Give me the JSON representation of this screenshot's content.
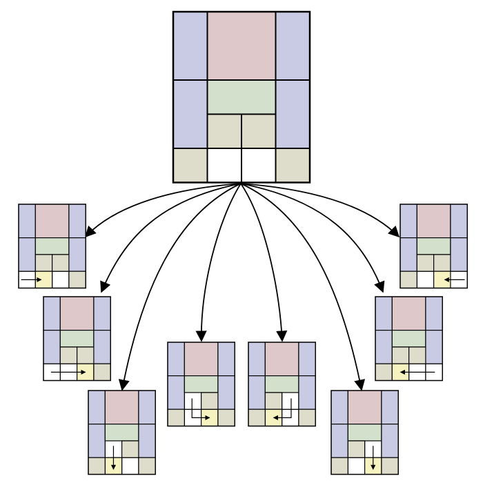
{
  "colors": {
    "purple": "#c8cbe3",
    "red": "#dec8ca",
    "green": "#d3e1cc",
    "tan": "#dedcca",
    "white": "#ffffff",
    "highlight": "#f7f3c1",
    "stroke": "#000000"
  },
  "base_board": {
    "pieces": [
      {
        "id": "left-tall-top",
        "color": "purple",
        "col": 0,
        "row": 0,
        "w": 1,
        "h": 2
      },
      {
        "id": "big-square",
        "color": "red",
        "col": 1,
        "row": 0,
        "w": 2,
        "h": 2
      },
      {
        "id": "right-tall-top",
        "color": "purple",
        "col": 3,
        "row": 0,
        "w": 1,
        "h": 2
      },
      {
        "id": "left-tall-bottom",
        "color": "purple",
        "col": 0,
        "row": 2,
        "w": 1,
        "h": 2
      },
      {
        "id": "horizontal",
        "color": "green",
        "col": 1,
        "row": 2,
        "w": 2,
        "h": 1
      },
      {
        "id": "right-tall-bottom",
        "color": "purple",
        "col": 3,
        "row": 2,
        "w": 1,
        "h": 2
      },
      {
        "id": "small-a",
        "color": "tan",
        "col": 1,
        "row": 3,
        "w": 1,
        "h": 1
      },
      {
        "id": "small-b",
        "color": "tan",
        "col": 2,
        "row": 3,
        "w": 1,
        "h": 1
      },
      {
        "id": "small-c",
        "color": "tan",
        "col": 0,
        "row": 4,
        "w": 1,
        "h": 1
      },
      {
        "id": "small-d",
        "color": "tan",
        "col": 3,
        "row": 4,
        "w": 1,
        "h": 1
      }
    ],
    "empty_cells": [
      [
        1,
        4
      ],
      [
        2,
        4
      ]
    ]
  },
  "moves": [
    {
      "id": "move-1",
      "moved": "small-c",
      "to": [
        1,
        4
      ],
      "arrow": "right-1"
    },
    {
      "id": "move-2",
      "moved": "small-c",
      "to": [
        2,
        4
      ],
      "arrow": "right-2"
    },
    {
      "id": "move-3",
      "moved": "small-a",
      "to": [
        1,
        4
      ],
      "arrow": "down"
    },
    {
      "id": "move-4",
      "moved": "small-a",
      "to": [
        2,
        4
      ],
      "arrow": "down-right"
    },
    {
      "id": "move-5",
      "moved": "small-b",
      "to": [
        1,
        4
      ],
      "arrow": "down-left"
    },
    {
      "id": "move-6",
      "moved": "small-b",
      "to": [
        2,
        4
      ],
      "arrow": "down"
    },
    {
      "id": "move-7",
      "moved": "small-d",
      "to": [
        1,
        4
      ],
      "arrow": "left-2"
    },
    {
      "id": "move-8",
      "moved": "small-d",
      "to": [
        2,
        4
      ],
      "arrow": "left-1"
    }
  ]
}
